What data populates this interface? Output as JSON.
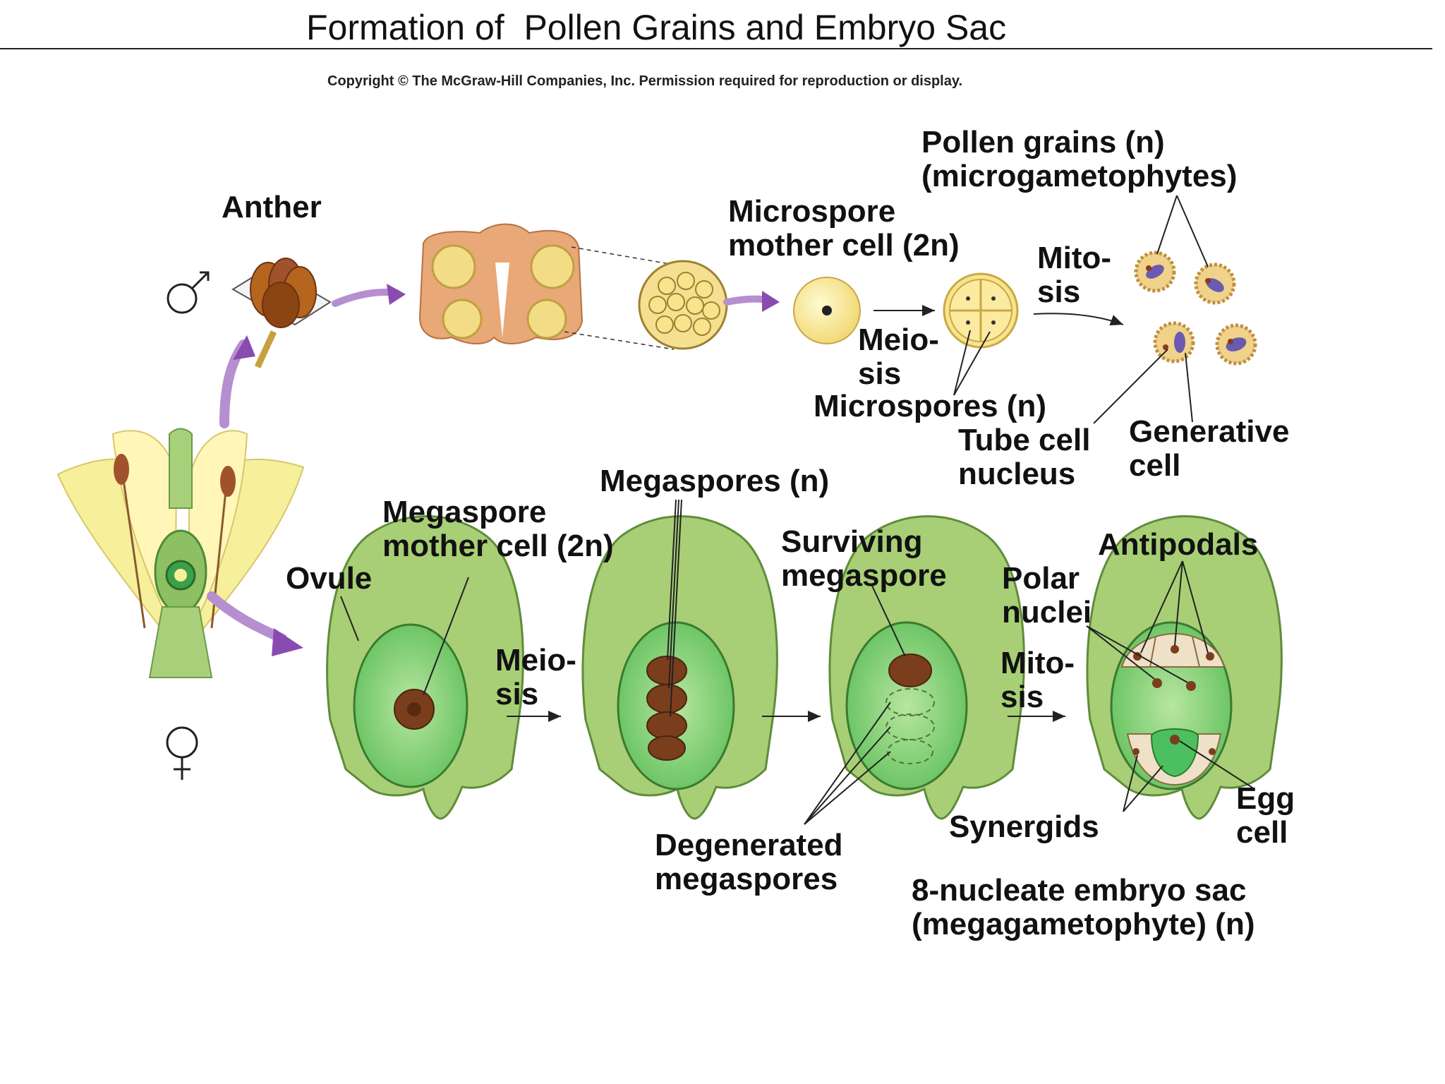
{
  "title": "Formation of  Pollen Grains and Embryo Sac",
  "copyright": "Copyright © The McGraw-Hill Companies, Inc. Permission required for reproduction or display.",
  "symbols": {
    "male": "♂",
    "female": "♀"
  },
  "labels": {
    "anther": "Anther",
    "pollen_grains": [
      "Pollen grains (n)",
      "(microgametophytes)"
    ],
    "microspore_mother_cell": [
      "Microspore",
      "mother cell (2n)"
    ],
    "mitosis_top": [
      "Mito-",
      "sis"
    ],
    "meiosis_top": [
      "Meio-",
      "sis"
    ],
    "microspores": "Microspores (n)",
    "tube_cell_nucleus": [
      "Tube cell",
      "nucleus"
    ],
    "generative_cell": [
      "Generative",
      "cell"
    ],
    "megaspores": "Megaspores (n)",
    "megaspore_mother_cell": [
      "Megaspore",
      "mother cell (2n)"
    ],
    "ovule": "Ovule",
    "meiosis_bottom": [
      "Meio-",
      "sis"
    ],
    "surviving_megaspore": [
      "Surviving",
      "megaspore"
    ],
    "antipodals": "Antipodals",
    "polar_nuclei": [
      "Polar",
      "nuclei"
    ],
    "mitosis_bottom": [
      "Mito-",
      "sis"
    ],
    "degenerated_megaspores": [
      "Degenerated",
      "megaspores"
    ],
    "synergids": "Synergids",
    "egg_cell": [
      "Egg",
      "cell"
    ],
    "embryo_sac": [
      "8-nucleate embryo sac",
      "(megagametophyte) (n)"
    ]
  },
  "colors": {
    "ovule_outer": "#a8cf76",
    "ovule_inner": "#6cc26a",
    "anther_section": "#e8a877",
    "pollen_sac": "#f2dc86",
    "cell_yellow": "#f7e48c",
    "megaspore_brown": "#7a3e1c",
    "flower_petal": "#f6ef9c",
    "flower_green": "#8cc063",
    "arrow_purple": "#8a4bb0",
    "pollen_violet": "#6a5bb0"
  }
}
